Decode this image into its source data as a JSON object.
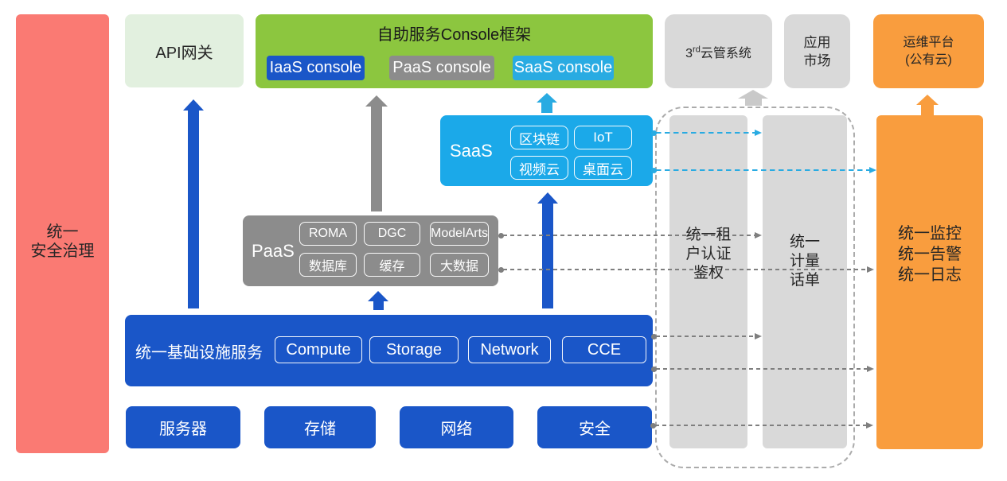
{
  "security_bar": {
    "label": "统一\n安全治理",
    "color": "#FA7A73"
  },
  "api_gateway": {
    "label": "API网关",
    "color": "#E2F0DF"
  },
  "console": {
    "title": "自助服务Console框架",
    "color": "#8CC63F",
    "buttons": [
      {
        "label": "IaaS console",
        "color": "#1A56C8"
      },
      {
        "label": "PaaS console",
        "color": "#8C8C8C"
      },
      {
        "label": "SaaS console",
        "color": "#29ABE2"
      }
    ]
  },
  "third_cloud": {
    "prefix": "3",
    "sup": "rd",
    "suffix": "云管系统",
    "color": "#D9D9D9"
  },
  "app_market": {
    "label": "应用\n市场",
    "color": "#D9D9D9"
  },
  "ops_platform": {
    "label": "运维平台\n(公有云)",
    "color": "#F99D3E"
  },
  "saas": {
    "label": "SaaS",
    "color": "#1BA9E9",
    "chips": [
      "区块链",
      "IoT",
      "视频云",
      "桌面云"
    ]
  },
  "paas": {
    "label": "PaaS",
    "color": "#8C8C8C",
    "chips": [
      "ROMA",
      "DGC",
      "ModelArts",
      "数据库",
      "缓存",
      "大数据"
    ]
  },
  "infra": {
    "label": "统一基础设施服务",
    "color": "#1A56C8",
    "chips": [
      "Compute",
      "Storage",
      "Network",
      "CCE"
    ]
  },
  "foundation": {
    "items": [
      "服务器",
      "存储",
      "网络",
      "安全"
    ],
    "color": "#1A56C8"
  },
  "auth_bar": {
    "label": "统一租\n户认证\n鉴权",
    "color": "#D9D9D9"
  },
  "billing_bar": {
    "label": "统一\n计量\n话单",
    "color": "#D9D9D9"
  },
  "monitor_box": {
    "label": "统一监控\n统一告警\n统一日志",
    "color": "#F99D3E"
  },
  "colors": {
    "blue": "#1A56C8",
    "gray": "#8C8C8C",
    "cyan": "#29ABE2",
    "orange": "#F99D3E",
    "light_gray_arrow": "#C9C9C9",
    "dashed_line_gray": "#7F7F7F",
    "dashed_border": "#ABABAB"
  }
}
